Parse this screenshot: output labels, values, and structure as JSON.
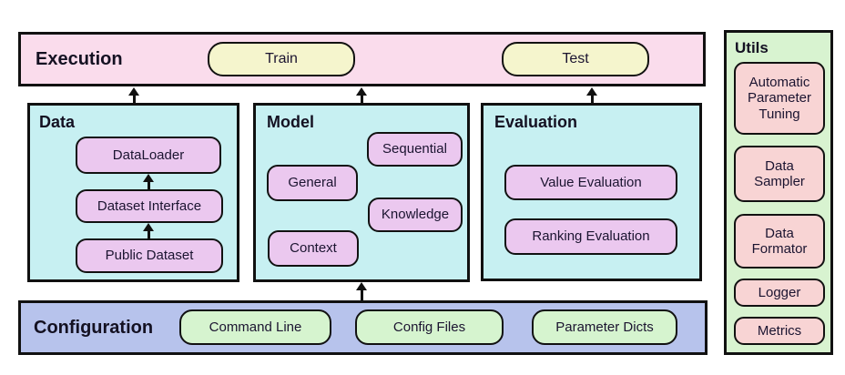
{
  "execution": {
    "title": "Execution",
    "buttons": [
      "Train",
      "Test"
    ]
  },
  "modules": {
    "data": {
      "title": "Data",
      "items": [
        "DataLoader",
        "Dataset Interface",
        "Public Dataset"
      ]
    },
    "model": {
      "title": "Model",
      "items": [
        "Sequential",
        "General",
        "Knowledge",
        "Context"
      ]
    },
    "evaluation": {
      "title": "Evaluation",
      "items": [
        "Value Evaluation",
        "Ranking Evaluation"
      ]
    }
  },
  "configuration": {
    "title": "Configuration",
    "items": [
      "Command Line",
      "Config Files",
      "Parameter Dicts"
    ]
  },
  "utils": {
    "title": "Utils",
    "items": [
      "Automatic Parameter Tuning",
      "Data Sampler",
      "Data Formator",
      "Logger",
      "Metrics"
    ]
  },
  "colors": {
    "execution_bg": "#fadcec",
    "button_bg": "#f5f5cd",
    "module_bg": "#c7f0f2",
    "module_item_bg": "#ebc8ef",
    "config_bg": "#b7c3ec",
    "config_item_bg": "#d6f4cf",
    "utils_bg": "#d8f3d0",
    "utils_item_bg": "#f8d4d4",
    "border": "#111111"
  }
}
